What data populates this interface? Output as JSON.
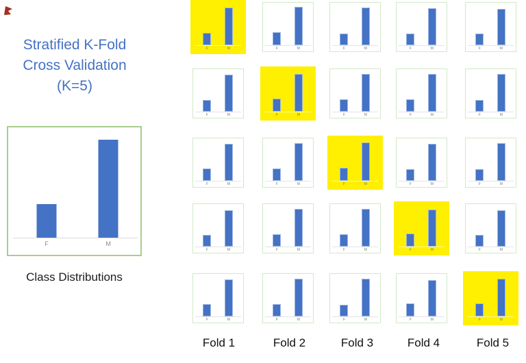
{
  "colors": {
    "accent_blue": "#4472C4",
    "bar_blue": "#4472C4",
    "highlight_yellow": "#FFEF00",
    "reference_border_green": "#A6CE8D",
    "mini_border_green": "#D2E8C8",
    "corner_mark_red": "#A03123"
  },
  "decorations": {
    "corner_mark": "small-red-paint-mark"
  },
  "title": {
    "text": "Stratified K-Fold Cross Validation (K=5)",
    "lines": [
      "Stratified K-Fold",
      "Cross Validation",
      "(K=5)"
    ]
  },
  "reference_chart": {
    "label": "Class Distributions",
    "categories": [
      "F",
      "M"
    ],
    "values": [
      30,
      88
    ]
  },
  "folds": [
    {
      "label": "Fold 1"
    },
    {
      "label": "Fold 2"
    },
    {
      "label": "Fold 3"
    },
    {
      "label": "Fold 4"
    },
    {
      "label": "Fold 5"
    }
  ],
  "chart_data": [
    {
      "id": "class-distribution-reference",
      "type": "bar",
      "title": "Class Distributions",
      "categories": [
        "F",
        "M"
      ],
      "values": [
        30,
        88
      ],
      "xlabel": "",
      "ylabel": "",
      "ylim": [
        0,
        100
      ],
      "grid": false,
      "legend": false
    },
    {
      "id": "fold-grid",
      "type": "bar",
      "description": "5x5 grid of mini class-distribution bar charts; rows are data splits, columns are folds. The diagonal cell of each fold column is highlighted yellow as the validation split.",
      "categories": [
        "F",
        "M"
      ],
      "columns": [
        "Fold 1",
        "Fold 2",
        "Fold 3",
        "Fold 4",
        "Fold 5"
      ],
      "ylim": [
        0,
        100
      ],
      "cells": [
        [
          {
            "F": 29,
            "M": 88,
            "highlighted": true
          },
          {
            "F": 30,
            "M": 90,
            "highlighted": false
          },
          {
            "F": 28,
            "M": 88,
            "highlighted": false
          },
          {
            "F": 28,
            "M": 87,
            "highlighted": false
          },
          {
            "F": 27,
            "M": 85,
            "highlighted": false
          }
        ],
        [
          {
            "F": 28,
            "M": 87,
            "highlighted": false
          },
          {
            "F": 30,
            "M": 88,
            "highlighted": true
          },
          {
            "F": 29,
            "M": 89,
            "highlighted": false
          },
          {
            "F": 29,
            "M": 88,
            "highlighted": false
          },
          {
            "F": 28,
            "M": 88,
            "highlighted": false
          }
        ],
        [
          {
            "F": 29,
            "M": 87,
            "highlighted": false
          },
          {
            "F": 29,
            "M": 89,
            "highlighted": false
          },
          {
            "F": 30,
            "M": 90,
            "highlighted": true
          },
          {
            "F": 28,
            "M": 87,
            "highlighted": false
          },
          {
            "F": 28,
            "M": 88,
            "highlighted": false
          }
        ],
        [
          {
            "F": 28,
            "M": 86,
            "highlighted": false
          },
          {
            "F": 29,
            "M": 88,
            "highlighted": false
          },
          {
            "F": 29,
            "M": 89,
            "highlighted": false
          },
          {
            "F": 30,
            "M": 87,
            "highlighted": true
          },
          {
            "F": 28,
            "M": 86,
            "highlighted": false
          }
        ],
        [
          {
            "F": 29,
            "M": 87,
            "highlighted": false
          },
          {
            "F": 29,
            "M": 89,
            "highlighted": false
          },
          {
            "F": 28,
            "M": 88,
            "highlighted": false
          },
          {
            "F": 30,
            "M": 86,
            "highlighted": false
          },
          {
            "F": 30,
            "M": 88,
            "highlighted": true
          }
        ]
      ]
    }
  ]
}
